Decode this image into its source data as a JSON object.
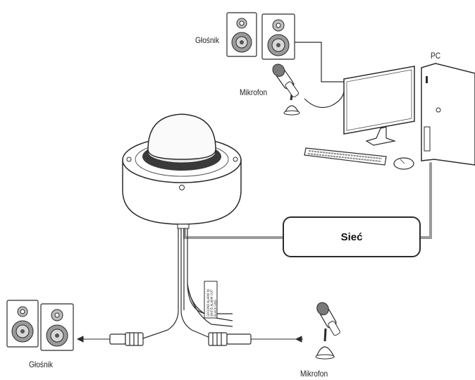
{
  "labels": {
    "speaker_top": "Głośnik",
    "mic_top": "Mikrofon",
    "pc": "PC",
    "network": "Sieć",
    "speaker_bottom": "Głośnik",
    "mic_bottom": "Mikrofon"
  },
  "cable_tag": {
    "line1": "GROUND ALARM IN",
    "line2": "WHITE ALARM OUT",
    "line3": "BLACK GND"
  },
  "colors": {
    "cable_gray": "#9a9a9a",
    "outline": "#2b2b2b",
    "dome_ring": "#3a3a3a"
  }
}
